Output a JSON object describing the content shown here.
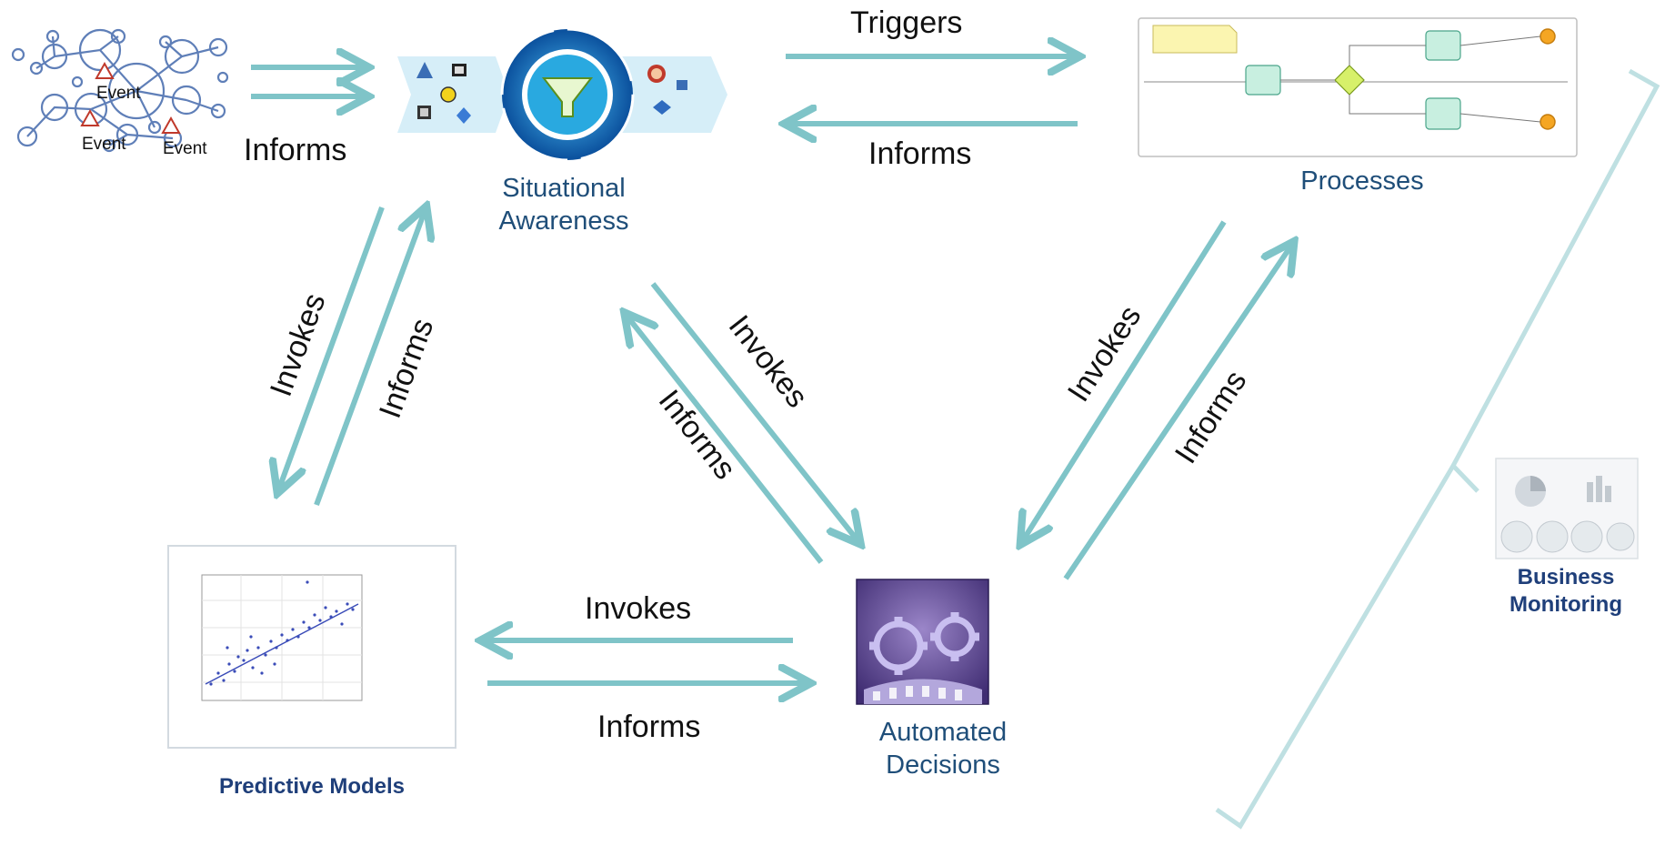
{
  "colors": {
    "arrow": "#7fc4c8",
    "node_text": "#1f4e79",
    "node_text_bold": "#1f3f7a",
    "network_stroke": "#5f7fb8",
    "bracket": "#bfe0e2"
  },
  "events": {
    "labels": [
      "Event",
      "Event",
      "Event"
    ],
    "warning_icon": "warning-triangle-icon"
  },
  "nodes": {
    "situational_awareness": {
      "line1": "Situational",
      "line2": "Awareness",
      "icon": "funnel-icon"
    },
    "processes": {
      "label": "Processes",
      "icon": "process-flow-icon"
    },
    "predictive_models": {
      "label": "Predictive Models",
      "icon": "scatter-plot-icon"
    },
    "automated_decisions": {
      "line1": "Automated",
      "line2": "Decisions",
      "icon": "gears-icon"
    },
    "business_monitoring": {
      "line1": "Business",
      "line2": "Monitoring",
      "icon": "dashboard-icon"
    }
  },
  "arrows": {
    "events_informs": "Informs",
    "triggers": "Triggers",
    "processes_informs": "Informs",
    "pm_invokes": "Invokes",
    "pm_informs": "Informs",
    "ad_invokes_sa": "Invokes",
    "ad_informs_sa": "Informs",
    "ad_invokes_proc": "Invokes",
    "ad_informs_proc": "Informs",
    "bottom_invokes": "Invokes",
    "bottom_informs": "Informs"
  }
}
